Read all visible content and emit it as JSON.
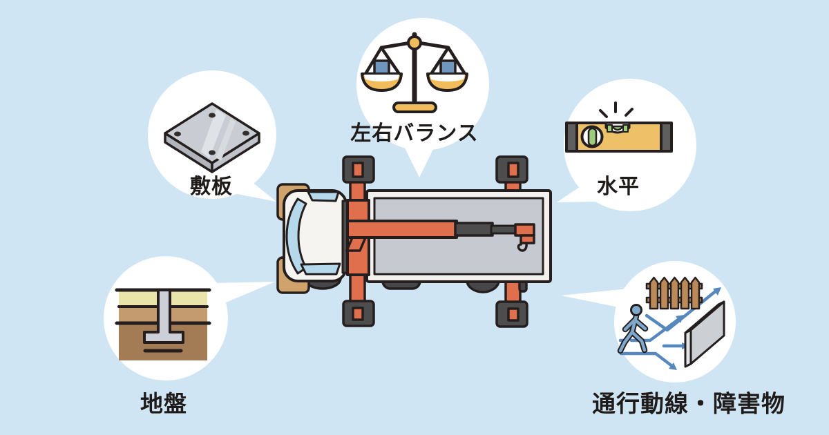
{
  "illustration": "crane-truck-top-view-with-setup-check-callouts",
  "colors": {
    "background": "#d0e5f4",
    "bubble": "#ffffff",
    "outline": "#241f1e",
    "label_text": "#1f1b1a",
    "crane_orange": "#e0704d",
    "machine_dark_gray": "#4e4d4d",
    "bed_gray": "#c6cad0",
    "bed_frame": "#f2f1ee",
    "cab_white": "#f5f4f0",
    "window_blue": "#b5d9ea",
    "mirror_tan": "#cfa36b",
    "plate_gray": "#c9cdd3",
    "balance_yellow": "#f1bd5c",
    "weight_blue": "#6e96bf",
    "level_yellow": "#eec169",
    "vial_green": "#9ccc7f",
    "soil_top": "#e8e4aa",
    "soil_mid": "#c49b6e",
    "soil_deep": "#a37c55",
    "fence_brown": "#bb8a58",
    "person_blue": "#7fa8cd",
    "arrow_blue": "#5688bd"
  },
  "callouts": [
    {
      "label": "敷板",
      "icon": "steel-plate-icon",
      "position": "top-left"
    },
    {
      "label": "左右バランス",
      "icon": "balance-scale-icon",
      "position": "top-center"
    },
    {
      "label": "水平",
      "icon": "spirit-level-icon",
      "position": "top-right"
    },
    {
      "label": "地盤",
      "icon": "ground-cross-section-icon",
      "position": "bottom-left"
    },
    {
      "label": "通行動線・障害物",
      "icon": "pedestrian-flow-obstacle-icon",
      "position": "bottom-right"
    }
  ]
}
